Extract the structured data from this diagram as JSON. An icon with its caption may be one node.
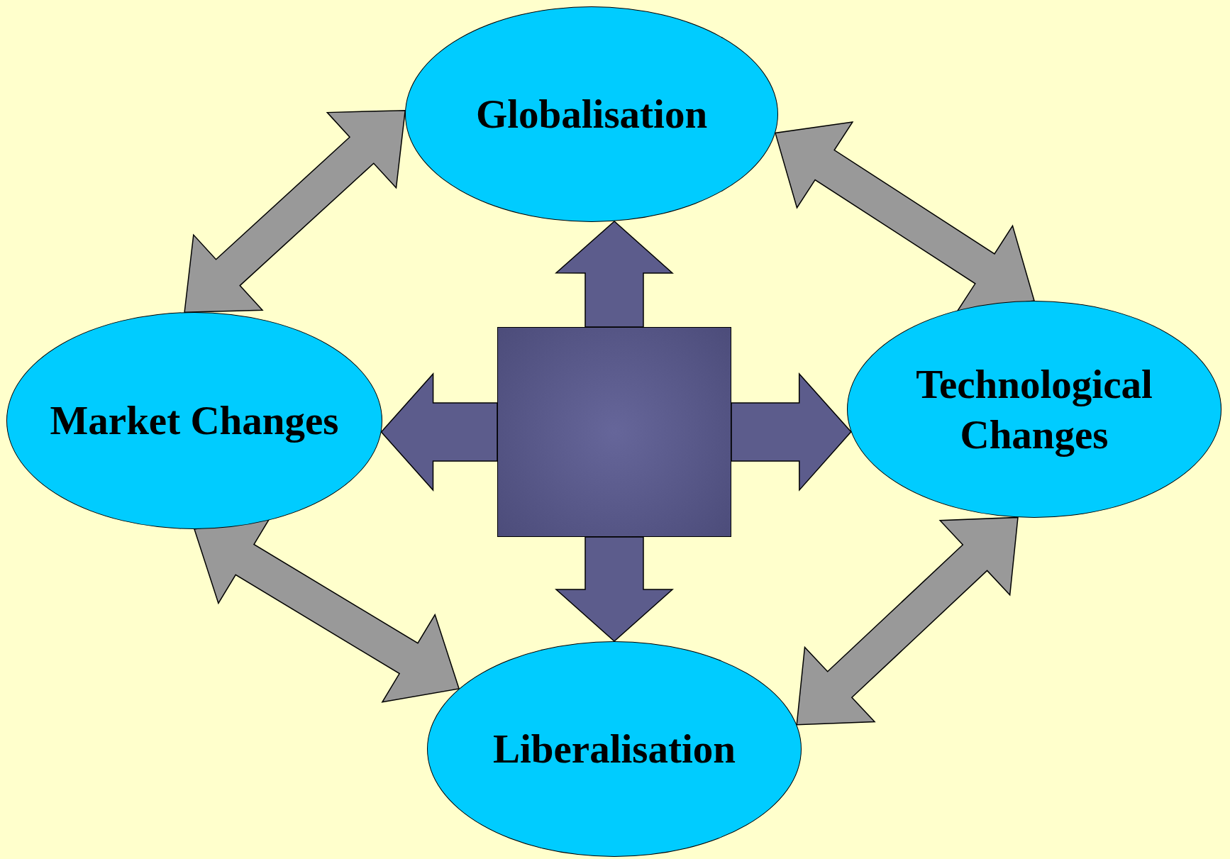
{
  "diagram": {
    "nodes": [
      {
        "text": [
          "Globalisation"
        ]
      },
      {
        "text": [
          "Market Changes"
        ]
      },
      {
        "text": [
          "Technological Changes"
        ]
      },
      {
        "text": [
          "Liberalisation"
        ]
      },
      {
        "text": [],
        "shape": "box"
      }
    ],
    "edges": [
      {
        "from": 0,
        "to": 1,
        "arrow": "both",
        "style": "thick",
        "color": "#999999"
      },
      {
        "from": 0,
        "to": 2,
        "arrow": "both",
        "style": "thick",
        "color": "#999999"
      },
      {
        "from": 1,
        "to": 3,
        "arrow": "both",
        "style": "thick",
        "color": "#999999"
      },
      {
        "from": 2,
        "to": 3,
        "arrow": "both",
        "style": "thick",
        "color": "#999999"
      },
      {
        "from": 4,
        "to": 0,
        "arrow": "to",
        "style": "thick",
        "color": "#5c5c8c"
      },
      {
        "from": 4,
        "to": 1,
        "arrow": "to",
        "style": "thick",
        "color": "#5c5c8c"
      },
      {
        "from": 4,
        "to": 2,
        "arrow": "to",
        "style": "thick",
        "color": "#5c5c8c"
      },
      {
        "from": 4,
        "to": 3,
        "arrow": "to",
        "style": "thick",
        "color": "#5c5c8c"
      }
    ]
  }
}
